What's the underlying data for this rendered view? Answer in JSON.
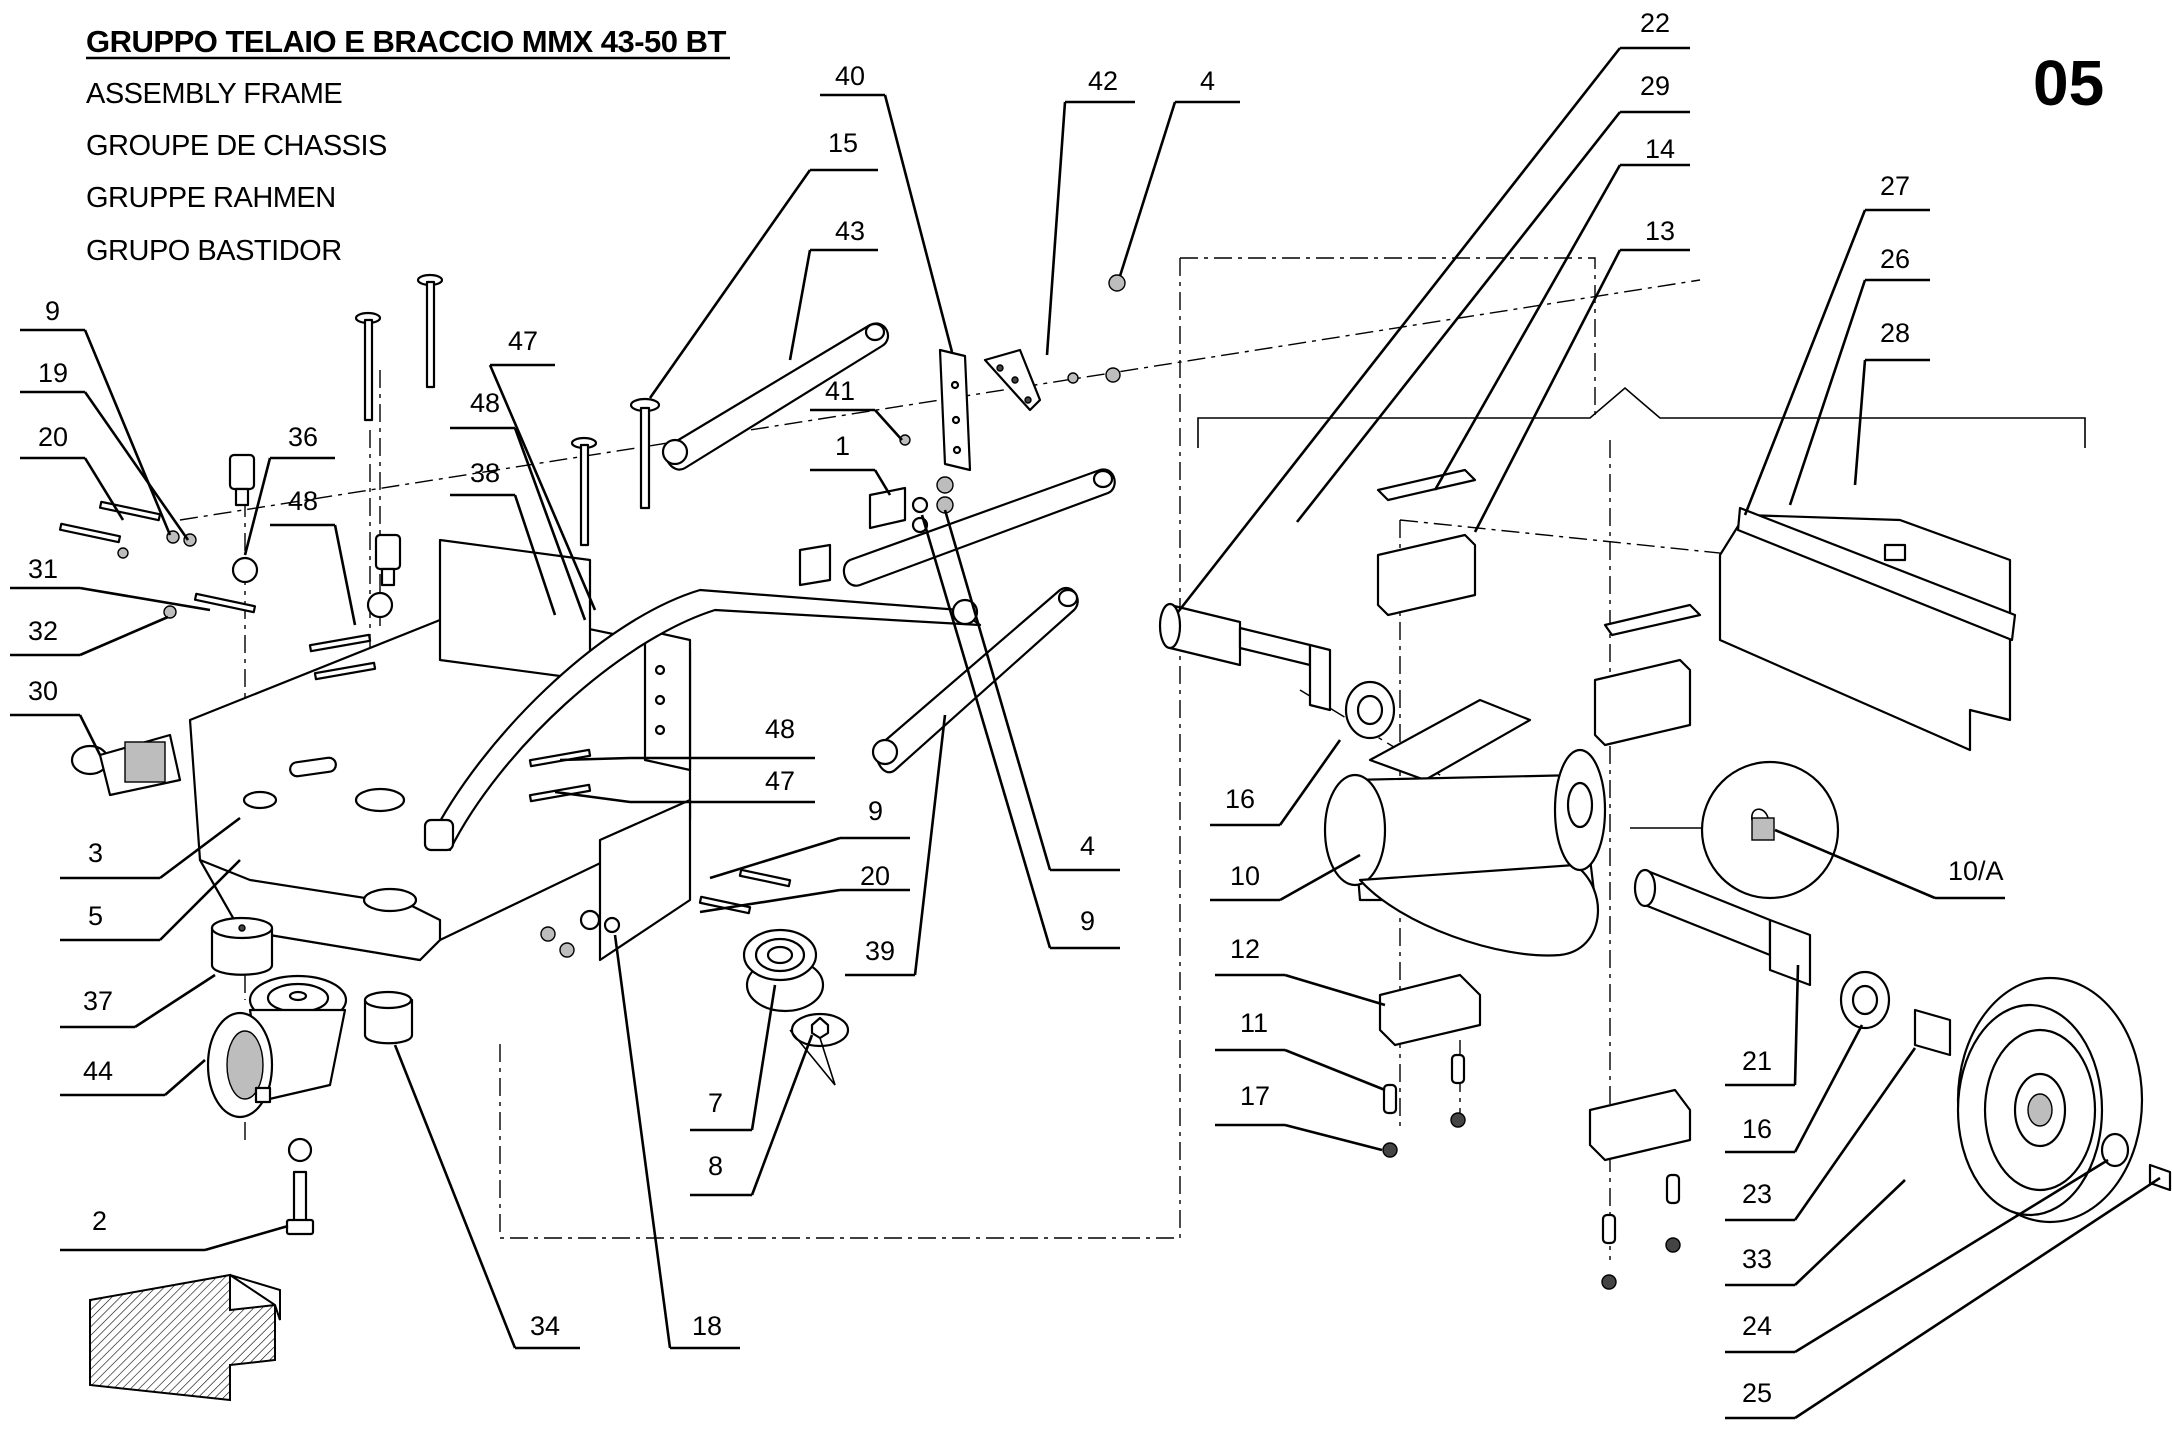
{
  "header": {
    "title": "GRUPPO TELAIO E BRACCIO MMX 43-50 BT",
    "subtitles": [
      "ASSEMBLY FRAME",
      "GROUPE DE CHASSIS",
      "GRUPPE RAHMEN",
      "GRUPO BASTIDOR"
    ],
    "page_number": "05"
  },
  "callouts": [
    {
      "label": "9"
    },
    {
      "label": "19"
    },
    {
      "label": "20"
    },
    {
      "label": "36"
    },
    {
      "label": "48"
    },
    {
      "label": "31"
    },
    {
      "label": "32"
    },
    {
      "label": "30"
    },
    {
      "label": "47"
    },
    {
      "label": "48"
    },
    {
      "label": "38"
    },
    {
      "label": "15"
    },
    {
      "label": "40"
    },
    {
      "label": "43"
    },
    {
      "label": "42"
    },
    {
      "label": "4"
    },
    {
      "label": "41"
    },
    {
      "label": "1"
    },
    {
      "label": "22"
    },
    {
      "label": "29"
    },
    {
      "label": "14"
    },
    {
      "label": "13"
    },
    {
      "label": "27"
    },
    {
      "label": "26"
    },
    {
      "label": "28"
    },
    {
      "label": "3"
    },
    {
      "label": "5"
    },
    {
      "label": "37"
    },
    {
      "label": "44"
    },
    {
      "label": "2"
    },
    {
      "label": "34"
    },
    {
      "label": "18"
    },
    {
      "label": "48"
    },
    {
      "label": "47"
    },
    {
      "label": "9"
    },
    {
      "label": "20"
    },
    {
      "label": "39"
    },
    {
      "label": "7"
    },
    {
      "label": "8"
    },
    {
      "label": "4"
    },
    {
      "label": "9"
    },
    {
      "label": "16"
    },
    {
      "label": "10"
    },
    {
      "label": "12"
    },
    {
      "label": "11"
    },
    {
      "label": "17"
    },
    {
      "label": "10/A"
    },
    {
      "label": "21"
    },
    {
      "label": "16"
    },
    {
      "label": "23"
    },
    {
      "label": "33"
    },
    {
      "label": "24"
    },
    {
      "label": "25"
    }
  ],
  "direction_arrow": {
    "icon": "direction-arrow-icon"
  }
}
